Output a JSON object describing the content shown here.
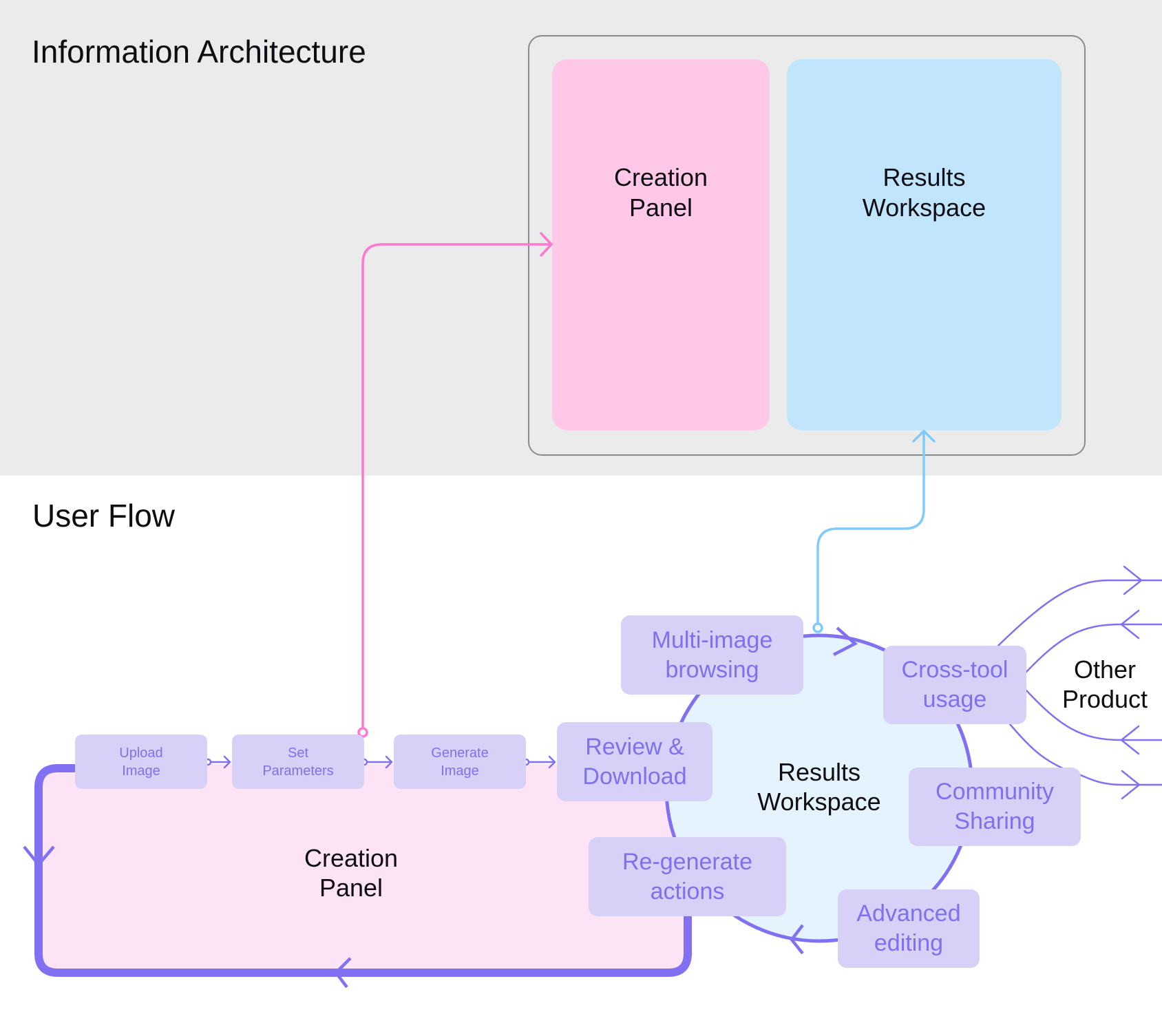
{
  "sections": {
    "information_architecture": {
      "title": "Information Architecture",
      "panels": [
        {
          "id": "creation",
          "label": "Creation\nPanel",
          "color": "#ffc8e8"
        },
        {
          "id": "results",
          "label": "Results\nWorkspace",
          "color": "#c0e5fd"
        }
      ]
    },
    "user_flow": {
      "title": "User Flow",
      "creation_panel_label": "Creation\nPanel",
      "results_workspace_label": "Results\nWorkspace",
      "other_product_label": "Other\nProduct",
      "creation_steps": [
        {
          "label": "Upload\nImage"
        },
        {
          "label": "Set\nParameters"
        },
        {
          "label": "Generate\nImage"
        }
      ],
      "results_actions": [
        {
          "label": "Review &\nDownload"
        },
        {
          "label": "Multi-image\nbrowsing"
        },
        {
          "label": "Cross-tool\nusage"
        },
        {
          "label": "Community\nSharing"
        },
        {
          "label": "Advanced\nediting"
        },
        {
          "label": "Re-generate\nactions"
        }
      ]
    }
  },
  "colors": {
    "flow_accent": "#8270f2",
    "creation_link": "#ff78cf",
    "results_link": "#7fcbfa",
    "node_fill": "#d7d1f8",
    "node_text": "#7f70f0",
    "frame_border": "#8b8a92",
    "ia_background": "#ebebeb"
  }
}
